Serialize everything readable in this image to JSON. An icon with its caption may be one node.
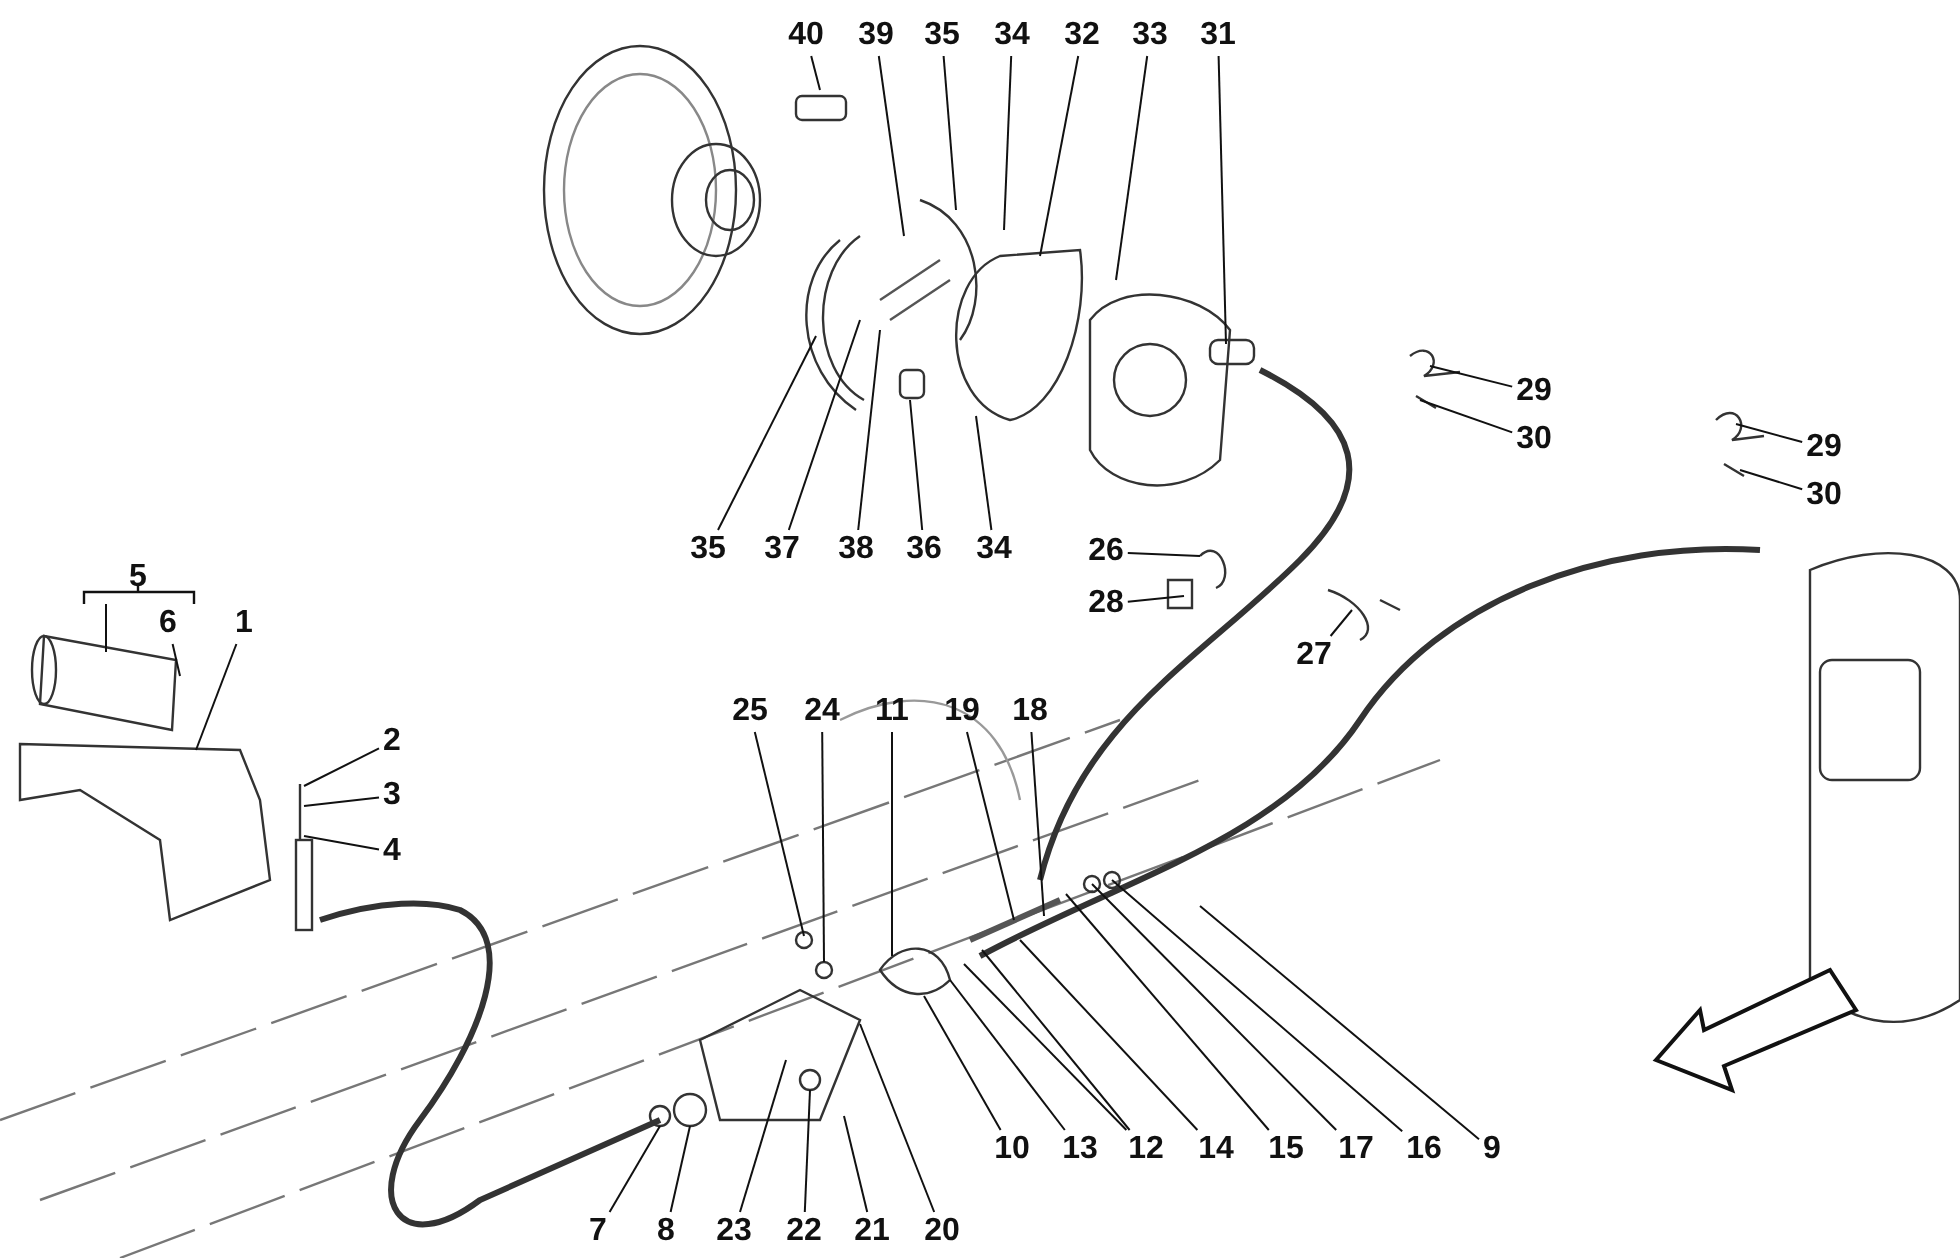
{
  "diagram": {
    "nodes": [
      {
        "text": [
          "40"
        ]
      },
      {
        "text": [
          "39"
        ]
      },
      {
        "text": [
          "35"
        ]
      },
      {
        "text": [
          "34"
        ]
      },
      {
        "text": [
          "32"
        ]
      },
      {
        "text": [
          "33"
        ]
      },
      {
        "text": [
          "31"
        ]
      },
      {
        "text": [
          "35"
        ]
      },
      {
        "text": [
          "37"
        ]
      },
      {
        "text": [
          "38"
        ]
      },
      {
        "text": [
          "36"
        ]
      },
      {
        "text": [
          "34"
        ]
      },
      {
        "text": [
          "29"
        ]
      },
      {
        "text": [
          "30"
        ]
      },
      {
        "text": [
          "29"
        ]
      },
      {
        "text": [
          "30"
        ]
      },
      {
        "text": [
          "26"
        ]
      },
      {
        "text": [
          "28"
        ]
      },
      {
        "text": [
          "27"
        ]
      },
      {
        "text": [
          "6"
        ]
      },
      {
        "text": [
          "1"
        ]
      },
      {
        "text": [
          "2"
        ]
      },
      {
        "text": [
          "3"
        ]
      },
      {
        "text": [
          "4"
        ]
      },
      {
        "text": [
          "25"
        ]
      },
      {
        "text": [
          "24"
        ]
      },
      {
        "text": [
          "11"
        ]
      },
      {
        "text": [
          "19"
        ]
      },
      {
        "text": [
          "18"
        ]
      },
      {
        "text": [
          "10"
        ]
      },
      {
        "text": [
          "13"
        ]
      },
      {
        "text": [
          "12"
        ]
      },
      {
        "text": [
          "14"
        ]
      },
      {
        "text": [
          "15"
        ]
      },
      {
        "text": [
          "17"
        ]
      },
      {
        "text": [
          "16"
        ]
      },
      {
        "text": [
          "9"
        ]
      },
      {
        "text": [
          "7"
        ]
      },
      {
        "text": [
          "8"
        ]
      },
      {
        "text": [
          "23"
        ]
      },
      {
        "text": [
          "22"
        ]
      },
      {
        "text": [
          "21"
        ]
      },
      {
        "text": [
          "20"
        ]
      }
    ],
    "edges": [
      {
        "from": 0,
        "to": null,
        "arrow": "none"
      },
      {
        "from": 1,
        "to": null,
        "arrow": "none"
      },
      {
        "from": 2,
        "to": null,
        "arrow": "none"
      },
      {
        "from": 3,
        "to": null,
        "arrow": "none"
      },
      {
        "from": 4,
        "to": null,
        "arrow": "none"
      },
      {
        "from": 5,
        "to": null,
        "arrow": "none"
      },
      {
        "from": 6,
        "to": null,
        "arrow": "none"
      },
      {
        "from": 7,
        "to": null,
        "arrow": "none"
      },
      {
        "from": 8,
        "to": null,
        "arrow": "none"
      },
      {
        "from": 9,
        "to": null,
        "arrow": "none"
      },
      {
        "from": 10,
        "to": null,
        "arrow": "none"
      },
      {
        "from": 11,
        "to": null,
        "arrow": "none"
      },
      {
        "from": 12,
        "to": null,
        "arrow": "none"
      },
      {
        "from": 13,
        "to": null,
        "arrow": "none"
      },
      {
        "from": 14,
        "to": null,
        "arrow": "none"
      },
      {
        "from": 15,
        "to": null,
        "arrow": "none"
      },
      {
        "from": 16,
        "to": null,
        "arrow": "none"
      },
      {
        "from": 17,
        "to": null,
        "arrow": "none"
      },
      {
        "from": 18,
        "to": null,
        "arrow": "none"
      },
      {
        "from": 19,
        "to": null,
        "arrow": "none"
      },
      {
        "from": 20,
        "to": null,
        "arrow": "none"
      },
      {
        "from": 21,
        "to": null,
        "arrow": "none"
      },
      {
        "from": 22,
        "to": null,
        "arrow": "none"
      },
      {
        "from": 23,
        "to": null,
        "arrow": "none"
      },
      {
        "from": 24,
        "to": null,
        "arrow": "none"
      },
      {
        "from": 25,
        "to": null,
        "arrow": "none"
      },
      {
        "from": 26,
        "to": null,
        "arrow": "none"
      },
      {
        "from": 27,
        "to": null,
        "arrow": "none"
      },
      {
        "from": 28,
        "to": null,
        "arrow": "none"
      },
      {
        "from": 29,
        "to": null,
        "arrow": "none"
      },
      {
        "from": 30,
        "to": null,
        "arrow": "none"
      },
      {
        "from": 31,
        "to": null,
        "arrow": "none"
      },
      {
        "from": 31,
        "to": null,
        "arrow": "none"
      },
      {
        "from": 32,
        "to": null,
        "arrow": "none"
      },
      {
        "from": 33,
        "to": null,
        "arrow": "none"
      },
      {
        "from": 34,
        "to": null,
        "arrow": "none"
      },
      {
        "from": 35,
        "to": null,
        "arrow": "none"
      },
      {
        "from": 36,
        "to": null,
        "arrow": "none"
      },
      {
        "from": 37,
        "to": null,
        "arrow": "none"
      },
      {
        "from": 38,
        "to": null,
        "arrow": "none"
      },
      {
        "from": 39,
        "to": null,
        "arrow": "none"
      },
      {
        "from": 40,
        "to": null,
        "arrow": "none"
      },
      {
        "from": 41,
        "to": null,
        "arrow": "none"
      },
      {
        "from": 42,
        "to": null,
        "arrow": "none"
      }
    ],
    "labels": [
      "5"
    ]
  }
}
